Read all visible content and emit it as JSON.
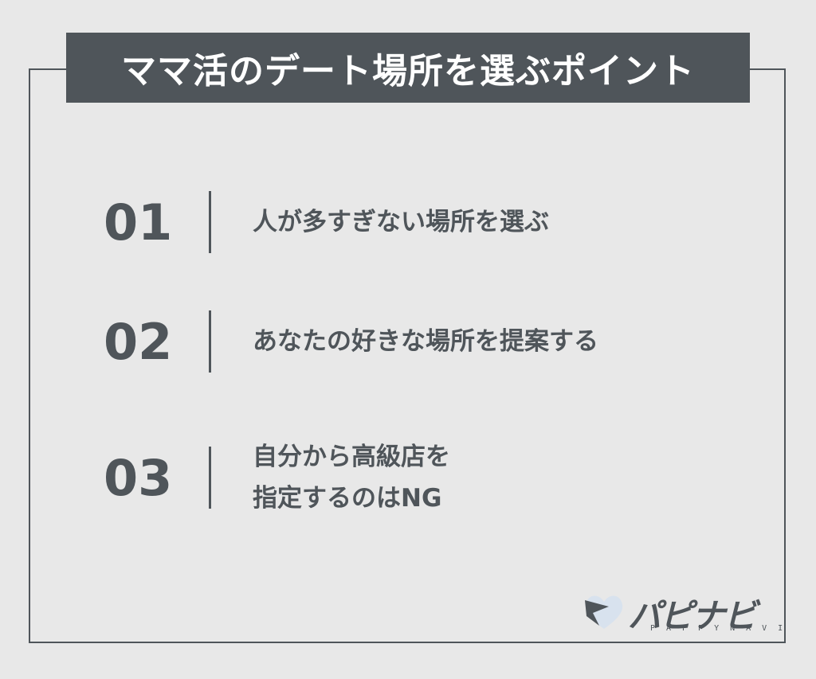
{
  "title": "ママ活のデート場所を選ぶポイント",
  "points": [
    {
      "number": "01",
      "text": "人が多すぎない場所を選ぶ"
    },
    {
      "number": "02",
      "text": "あなたの好きな場所を提案する"
    },
    {
      "number": "03",
      "text": "自分から高級店を\n指定するのはNG"
    }
  ],
  "logo": {
    "kana": "パピナビ",
    "latin": "PAPPYNAVI"
  },
  "colors": {
    "primary": "#4f555a",
    "background": "#e8e8e8"
  }
}
